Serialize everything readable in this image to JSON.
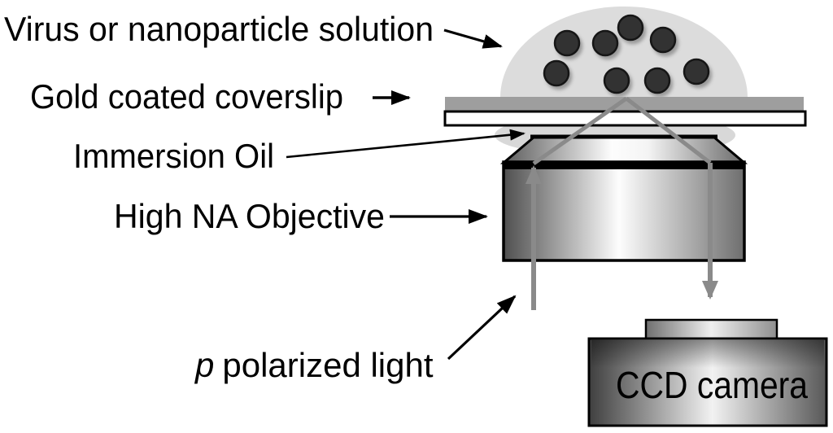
{
  "figure": {
    "type": "optical-setup-diagram",
    "labels": {
      "solution": "Virus or nanoparticle solution",
      "coverslip": "Gold coated coverslip",
      "oil": "Immersion Oil",
      "objective": "High NA Objective",
      "light_p": "p",
      "light_rest": "polarized light",
      "camera": "CCD camera"
    },
    "nanoparticles": {
      "count": 8,
      "color": "#333333"
    },
    "colors": {
      "droplet": "#dcdcdc",
      "gold_layer": "#9e9e9e",
      "glass": "#ffffff",
      "beam": "#8a8a8a",
      "outline": "#000000",
      "metal_dark": "#4f4f4f",
      "metal_light": "#fdfdfd",
      "camera_dark": "#3f3f3f"
    }
  }
}
